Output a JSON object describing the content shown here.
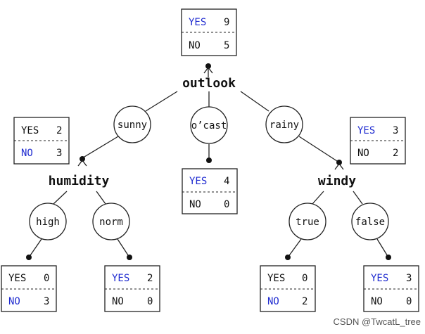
{
  "colors": {
    "majority": "#1f2bd0",
    "text": "#111111",
    "line": "#222222"
  },
  "tree": {
    "root": {
      "attribute": "outlook",
      "counts": {
        "yes_label": "YES",
        "yes": "9",
        "no_label": "NO",
        "no": "5"
      }
    },
    "branches": {
      "sunny": "sunny",
      "overcast": "o’cast",
      "rainy": "rainy",
      "high": "high",
      "norm": "norm",
      "true": "true",
      "false": "false"
    },
    "humidity": {
      "attribute": "humidity",
      "counts": {
        "yes_label": "YES",
        "yes": "2",
        "no_label": "NO",
        "no": "3"
      }
    },
    "windy": {
      "attribute": "windy",
      "counts": {
        "yes_label": "YES",
        "yes": "3",
        "no_label": "NO",
        "no": "2"
      }
    },
    "overcast_leaf": {
      "yes_label": "YES",
      "yes": "4",
      "no_label": "NO",
      "no": "0"
    },
    "high_leaf": {
      "yes_label": "YES",
      "yes": "0",
      "no_label": "NO",
      "no": "3"
    },
    "norm_leaf": {
      "yes_label": "YES",
      "yes": "2",
      "no_label": "NO",
      "no": "0"
    },
    "true_leaf": {
      "yes_label": "YES",
      "yes": "0",
      "no_label": "NO",
      "no": "2"
    },
    "false_leaf": {
      "yes_label": "YES",
      "yes": "3",
      "no_label": "NO",
      "no": "0"
    }
  },
  "watermark": "CSDN @TwcatL_tree"
}
